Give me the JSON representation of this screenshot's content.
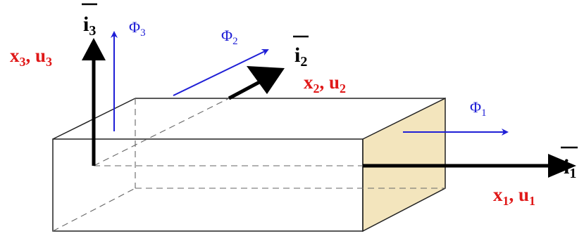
{
  "axes": {
    "i1": {
      "base": "i",
      "sub": "1"
    },
    "i2": {
      "base": "i",
      "sub": "2"
    },
    "i3": {
      "base": "i",
      "sub": "3"
    }
  },
  "labels": {
    "x1u1": {
      "a": "x",
      "a_sub": "1",
      "sep": ", ",
      "b": "u",
      "b_sub": "1"
    },
    "x2u2": {
      "a": "x",
      "a_sub": "2",
      "sep": ", ",
      "b": "u",
      "b_sub": "2"
    },
    "x3u3": {
      "a": "x",
      "a_sub": "3",
      "sep": ", ",
      "b": "u",
      "b_sub": "3"
    }
  },
  "phi": {
    "phi1": {
      "base": "Φ",
      "sub": "1"
    },
    "phi2": {
      "base": "Φ",
      "sub": "2"
    },
    "phi3": {
      "base": "Φ",
      "sub": "3"
    }
  },
  "colors": {
    "axis_black": "#000000",
    "phi_blue": "#1f1fd6",
    "label_red": "#e01818",
    "end_face_fill": "#f3e5bd",
    "box_edge": "#222222",
    "hidden_edge": "#666666"
  }
}
